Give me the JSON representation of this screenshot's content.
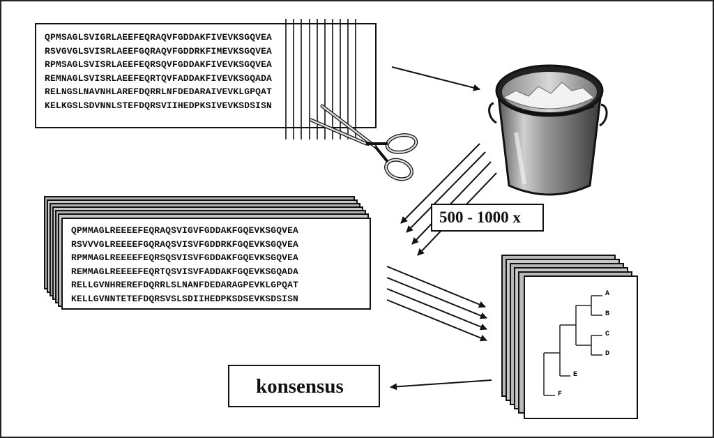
{
  "original_alignment": {
    "sequences": [
      "QPMSAGLSVIGRLAEEFEQRAQVFGDDAKFIVEVKSGQVEA",
      "RSVGVGLSVISRLAEEFGQRAQVFGDDRKFIMEVKSGQVEA",
      "RPMSAGLSVISRLAEEFEQRSQVFGDDAKFIVEVKSGQVEA",
      "REMNAGLSVISRLAEEFEQRTQVFADDAKFIVEVKSGQADA",
      "RELNGSLNAVNHLAREFDQRRLNFDEDARAIVEVKLGPQAT",
      "KELKGSLSDVNNLSTEFDQRSVIIHEDPKSIVEVKSDSISN"
    ]
  },
  "bootstrap_alignment": {
    "sequences": [
      "QPMMAGLREEEEFEQRAQSVIGVFGDDAKFGQEVKSGQVEA",
      "RSVVVGLREEEEFGQRAQSVISVFGDDRKFGQEVKSGQVEA",
      "RPMMAGLREEEEFEQRSQSVISVFGDDAKFGQEVKSGQVEA",
      "REMMAGLREEEEFEQRTQSVISVFADDAKFGQEVKSGQADA",
      "RELLGVNHREREFDQRRLSLNANFDEDARAGPEVKLGPQAT",
      "KELLGVNNTETEFDQRSVSLSDIIHEDPKSDSEVKSDSISN"
    ]
  },
  "repeat_label": "500 - 1000 x",
  "consensus_label": "konsensus",
  "tree_leaves": [
    "A",
    "B",
    "C",
    "D",
    "E",
    "F"
  ],
  "icons": [
    "scissors-icon",
    "bucket-icon",
    "phylogenetic-tree-icon"
  ]
}
